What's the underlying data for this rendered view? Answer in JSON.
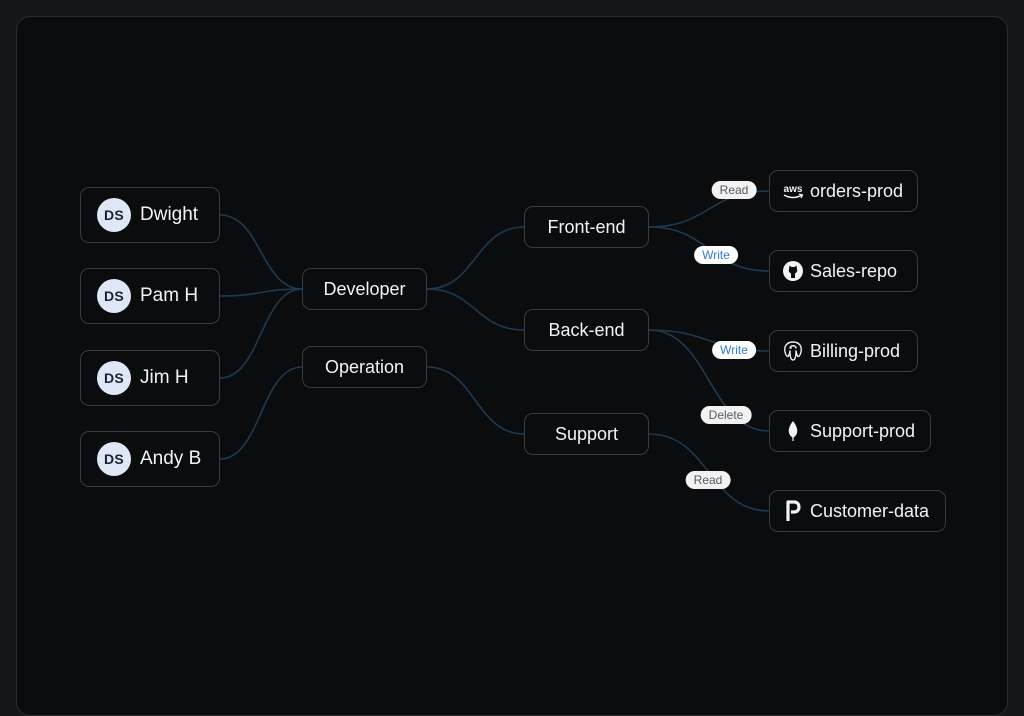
{
  "users": [
    {
      "initials": "DS",
      "name": "Dwight"
    },
    {
      "initials": "DS",
      "name": "Pam H"
    },
    {
      "initials": "DS",
      "name": "Jim H"
    },
    {
      "initials": "DS",
      "name": "Andy B"
    }
  ],
  "roles": [
    {
      "label": "Developer"
    },
    {
      "label": "Operation"
    }
  ],
  "teams": [
    {
      "label": "Front-end"
    },
    {
      "label": "Back-end"
    },
    {
      "label": "Support"
    }
  ],
  "resources": [
    {
      "label": "orders-prod",
      "icon": "aws-icon",
      "permission": "Read"
    },
    {
      "label": "Sales-repo",
      "icon": "github-icon",
      "permission": "Write"
    },
    {
      "label": "Billing-prod",
      "icon": "postgres-icon",
      "permission": "Write"
    },
    {
      "label": "Support-prod",
      "icon": "mongodb-icon",
      "permission": "Delete"
    },
    {
      "label": "Customer-data",
      "icon": "p-logo-icon",
      "permission": "Read"
    }
  ],
  "colors": {
    "background": "#0b0c0d",
    "node_border": "#3a3c40",
    "link": "#1d3a52",
    "write_badge_text": "#2f7bd6",
    "avatar_bg": "#dfe7f7"
  }
}
